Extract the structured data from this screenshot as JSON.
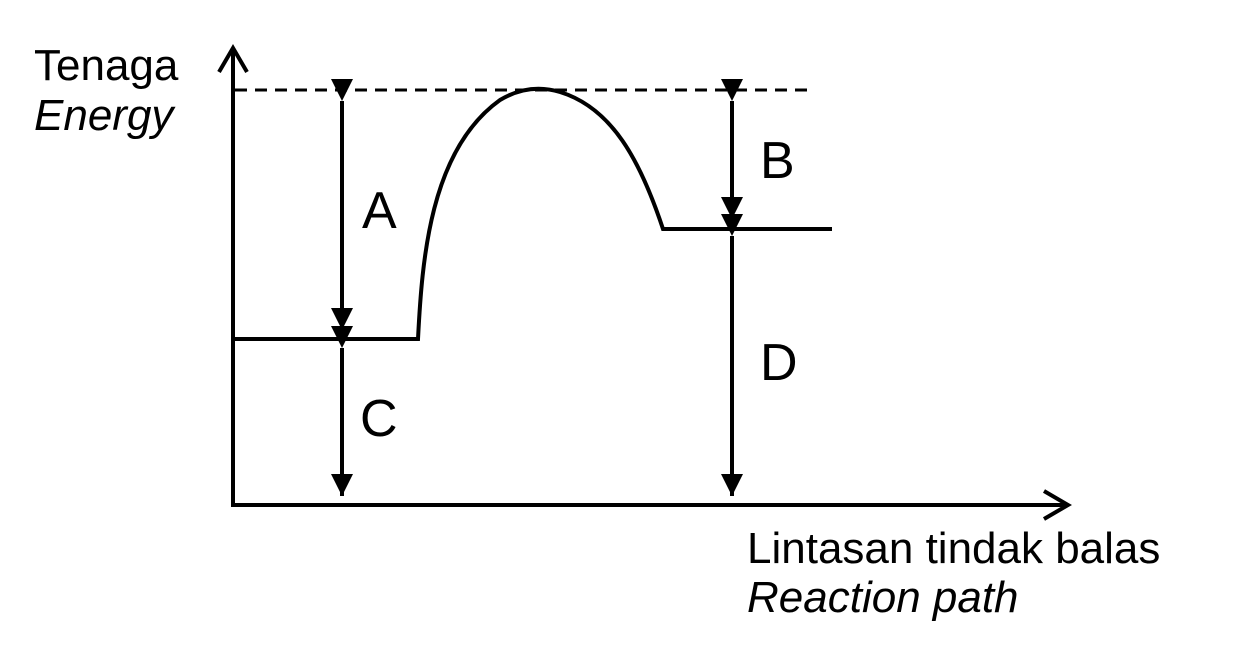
{
  "y_axis": {
    "label_ms": "Tenaga",
    "label_en": "Energy"
  },
  "x_axis": {
    "label_ms": "Lintasan tindak balas",
    "label_en": "Reaction path"
  },
  "markers": {
    "A": "A",
    "B": "B",
    "C": "C",
    "D": "D"
  },
  "colors": {
    "stroke": "#000000",
    "background": "#ffffff"
  }
}
